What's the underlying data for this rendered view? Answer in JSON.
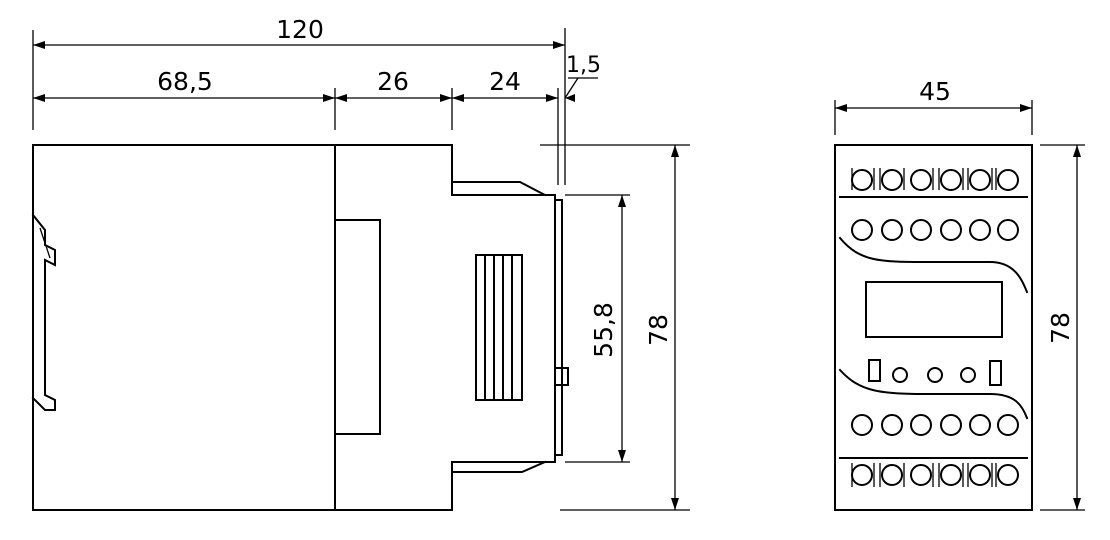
{
  "dimensions": {
    "side_total_width": "120",
    "side_section_1": "68,5",
    "side_section_2": "26",
    "side_section_3": "24",
    "side_section_4": "1,5",
    "side_inner_height": "55,8",
    "side_total_height": "78",
    "front_width": "45",
    "front_height": "78"
  }
}
